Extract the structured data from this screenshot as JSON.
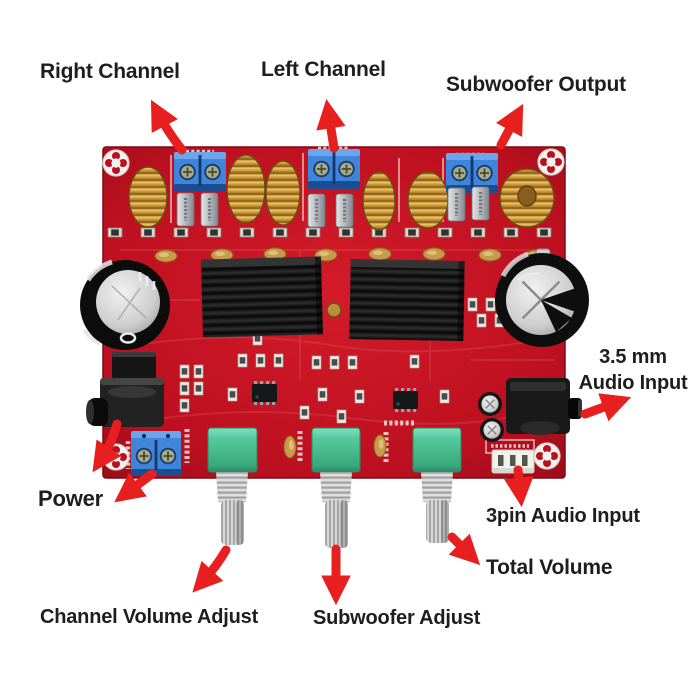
{
  "annotations": {
    "right_channel": {
      "label": "Right Channel"
    },
    "left_channel": {
      "label": "Left Channel"
    },
    "subwoofer_output": {
      "label": "Subwoofer Output"
    },
    "audio_input_35": {
      "line1": "3.5 mm",
      "line2": "Audio Input"
    },
    "power": {
      "label": "Power"
    },
    "audio_input_3pin": {
      "label": "3pin Audio Input"
    },
    "total_volume": {
      "label": "Total Volume"
    },
    "subwoofer_adjust": {
      "label": "Subwoofer Adjust"
    },
    "channel_volume_adjust": {
      "label": "Channel Volume Adjust"
    }
  },
  "colors": {
    "background": "#ffffff",
    "label_text": "#1e1e1e",
    "arrow_red": "#e81f1f",
    "pcb_red": "#c01120",
    "terminal_blue": "#3f86da",
    "inductor_gold": "#d3a03c",
    "potentiometer_green": "#53c89b",
    "heatsink_black": "#161616",
    "capacitor_silver": "#cccccc"
  },
  "board": {
    "components": [
      "mounting-hole",
      "speaker-terminal-right",
      "speaker-terminal-left",
      "speaker-terminal-subwoofer",
      "toroidal-inductor",
      "film-capacitor",
      "smd-resistor",
      "heatsink",
      "electrolytic-capacitor",
      "dc-power-jack",
      "power-screw-terminal",
      "volume-potentiometer",
      "audio-jack-3.5mm",
      "3pin-connector",
      "soic-ic"
    ]
  }
}
